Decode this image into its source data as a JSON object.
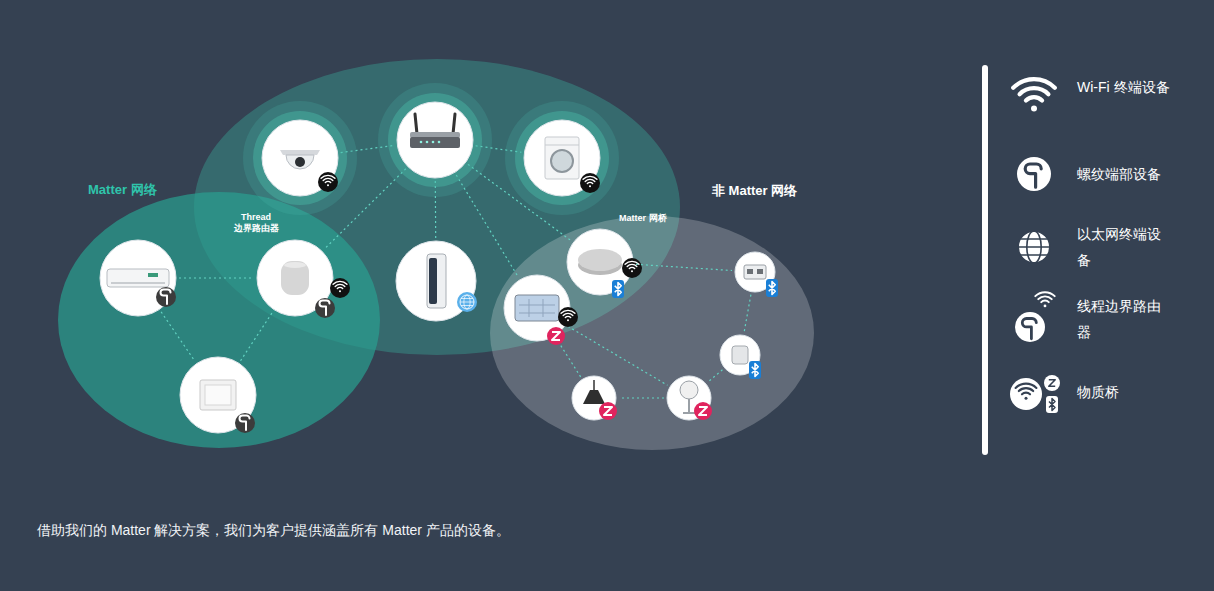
{
  "diagram": {
    "caption": "借助我们的 Matter 解决方案，我们为客户提供涵盖所有 Matter 产品的设备。",
    "nodes": [
      {
        "text": [
          "Matter 网络"
        ]
      },
      {
        "text": [
          "Thread 边界路由器"
        ],
        "in": 0
      },
      {
        "text": [
          "非 Matter 网络"
        ]
      },
      {
        "text": [
          "Matter 网桥"
        ],
        "in": 2
      }
    ],
    "legend": [
      {
        "text": "Wi-Fi 终端设备"
      },
      {
        "text": "螺纹端部设备"
      },
      {
        "text": "以太网终端设备"
      },
      {
        "text": "线程边界路由器"
      },
      {
        "text": "物质桥"
      }
    ]
  }
}
